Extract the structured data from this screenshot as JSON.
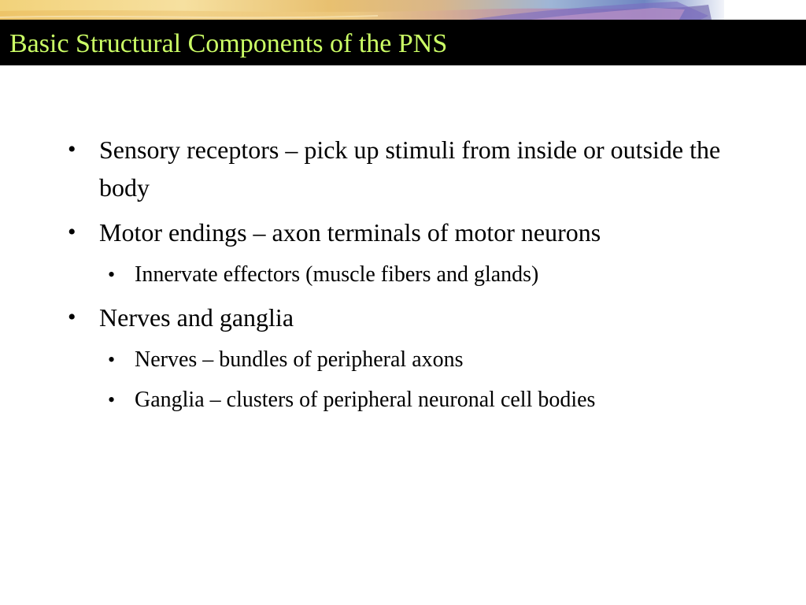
{
  "slide": {
    "title": "Basic Structural Components of the PNS",
    "bullets": [
      {
        "text": "Sensory receptors – pick up stimuli from inside or outside the body",
        "sub": []
      },
      {
        "text": "Motor endings – axon terminals of motor neurons",
        "sub": [
          "Innervate effectors (muscle fibers and glands)"
        ]
      },
      {
        "text": "Nerves and ganglia",
        "sub": [
          "Nerves – bundles of peripheral axons",
          "Ganglia – clusters of peripheral neuronal cell bodies"
        ]
      }
    ],
    "bullet_glyph": "•"
  },
  "colors": {
    "title_bar": "#000000",
    "title_text": "#ccff66",
    "body_text": "#000000",
    "background": "#ffffff"
  }
}
